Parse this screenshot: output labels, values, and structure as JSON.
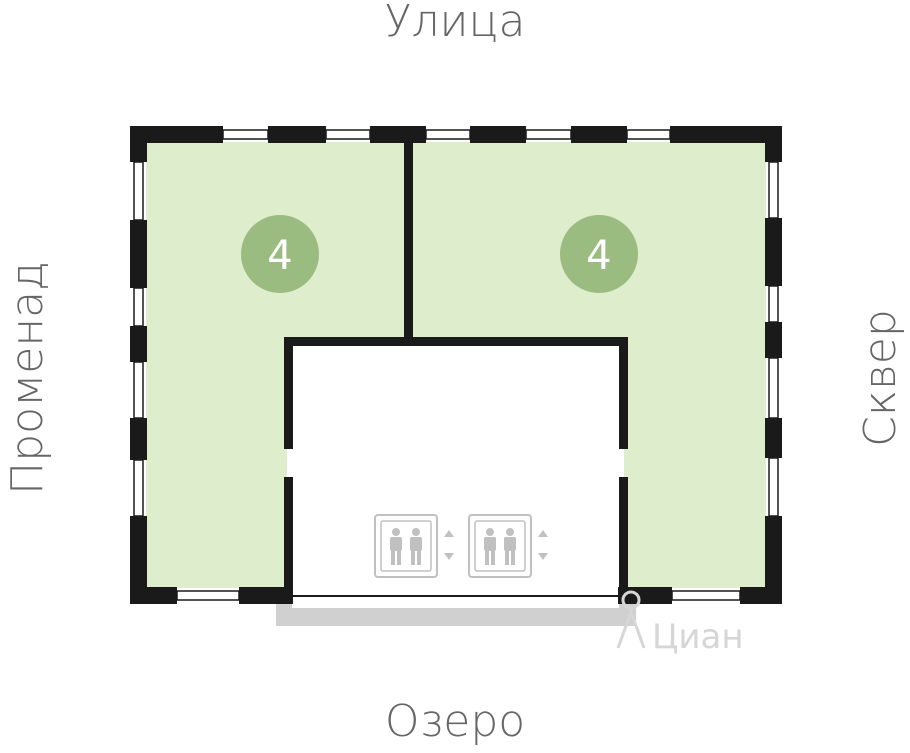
{
  "labels": {
    "top": "Улица",
    "bottom": "Озеро",
    "left": "Променад",
    "right": "Сквер"
  },
  "rooms": [
    {
      "count": "4"
    },
    {
      "count": "4"
    }
  ],
  "elevators": [
    {
      "icon": "elevator-icon"
    },
    {
      "icon": "elevator-icon"
    }
  ],
  "watermark": "Циан",
  "colors": {
    "room_fill": "#deedcb",
    "room_badge": "#9bbc81",
    "wall": "#1a1a1a",
    "window": "#ffffff",
    "label": "#666666",
    "terrace": "#d0d0d0"
  }
}
